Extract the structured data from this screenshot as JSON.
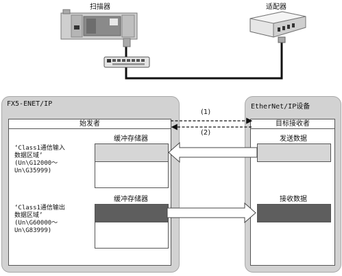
{
  "devices": {
    "scanner_label": "扫描器",
    "adapter_label": "适配器"
  },
  "left_panel": {
    "title": "FX5-ENET/IP",
    "role": "始发者",
    "buffer1_title": "缓冲存储器",
    "buffer2_title": "缓冲存储器",
    "area1_lines": "‘Class1通信输入\n数据区域’\n(Un\\G12000～\nUn\\G35999)",
    "area2_lines": "‘Class1通信输出\n数据区域’\n(Un\\G60000～\nUn\\G83999)"
  },
  "right_panel": {
    "title": "EtherNet/IP设备",
    "role": "目标接收者",
    "send_label": "发送数据",
    "recv_label": "接收数据"
  },
  "arrows": {
    "label1": "(1)",
    "label2": "(2)"
  },
  "colors": {
    "panel_fill": "#d2d2d2",
    "light_fill": "#d6d6d6",
    "dark_fill": "#5e5e5e",
    "cable": "#111111"
  }
}
